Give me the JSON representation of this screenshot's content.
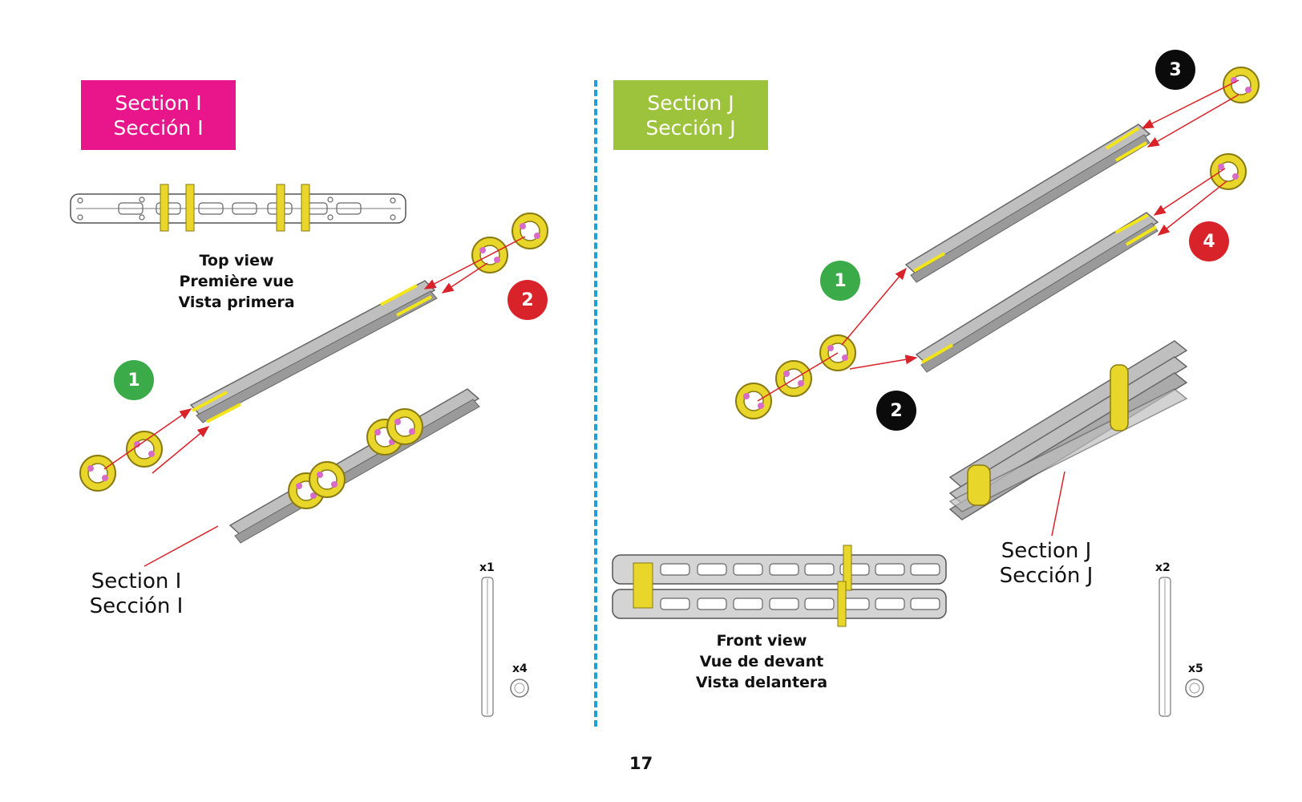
{
  "page": {
    "number": "17",
    "divider_color": "#1e9fd6"
  },
  "section_i": {
    "badge_line1": "Section I",
    "badge_line2": "Sección I",
    "badge_color": "#e8168a",
    "top_view_caption": [
      "Top view",
      "Première vue",
      "Vista primera"
    ],
    "result_label_line1": "Section I",
    "result_label_line2": "Sección I",
    "steps": [
      {
        "number": "1",
        "color": "green"
      },
      {
        "number": "2",
        "color": "red"
      }
    ],
    "parts": [
      {
        "part": "long-rod-icon",
        "quantity": "x1"
      },
      {
        "part": "gear-ring-icon",
        "quantity": "x4"
      }
    ]
  },
  "section_j": {
    "badge_line1": "Section J",
    "badge_line2": "Sección J",
    "badge_color": "#9dc23b",
    "front_view_caption": [
      "Front view",
      "Vue de devant",
      "Vista delantera"
    ],
    "result_label_line1": "Section J",
    "result_label_line2": "Sección J",
    "steps": [
      {
        "number": "1",
        "color": "green"
      },
      {
        "number": "2",
        "color": "black"
      },
      {
        "number": "3",
        "color": "black"
      },
      {
        "number": "4",
        "color": "red"
      }
    ],
    "parts": [
      {
        "part": "long-rod-icon",
        "quantity": "x2"
      },
      {
        "part": "gear-ring-icon",
        "quantity": "x5"
      }
    ]
  },
  "colors": {
    "rod_gray": "#bfbfbf",
    "ring_yellow": "#e8d62a",
    "arrow_red": "#d9232a",
    "ring_pink": "#d96bc8"
  }
}
